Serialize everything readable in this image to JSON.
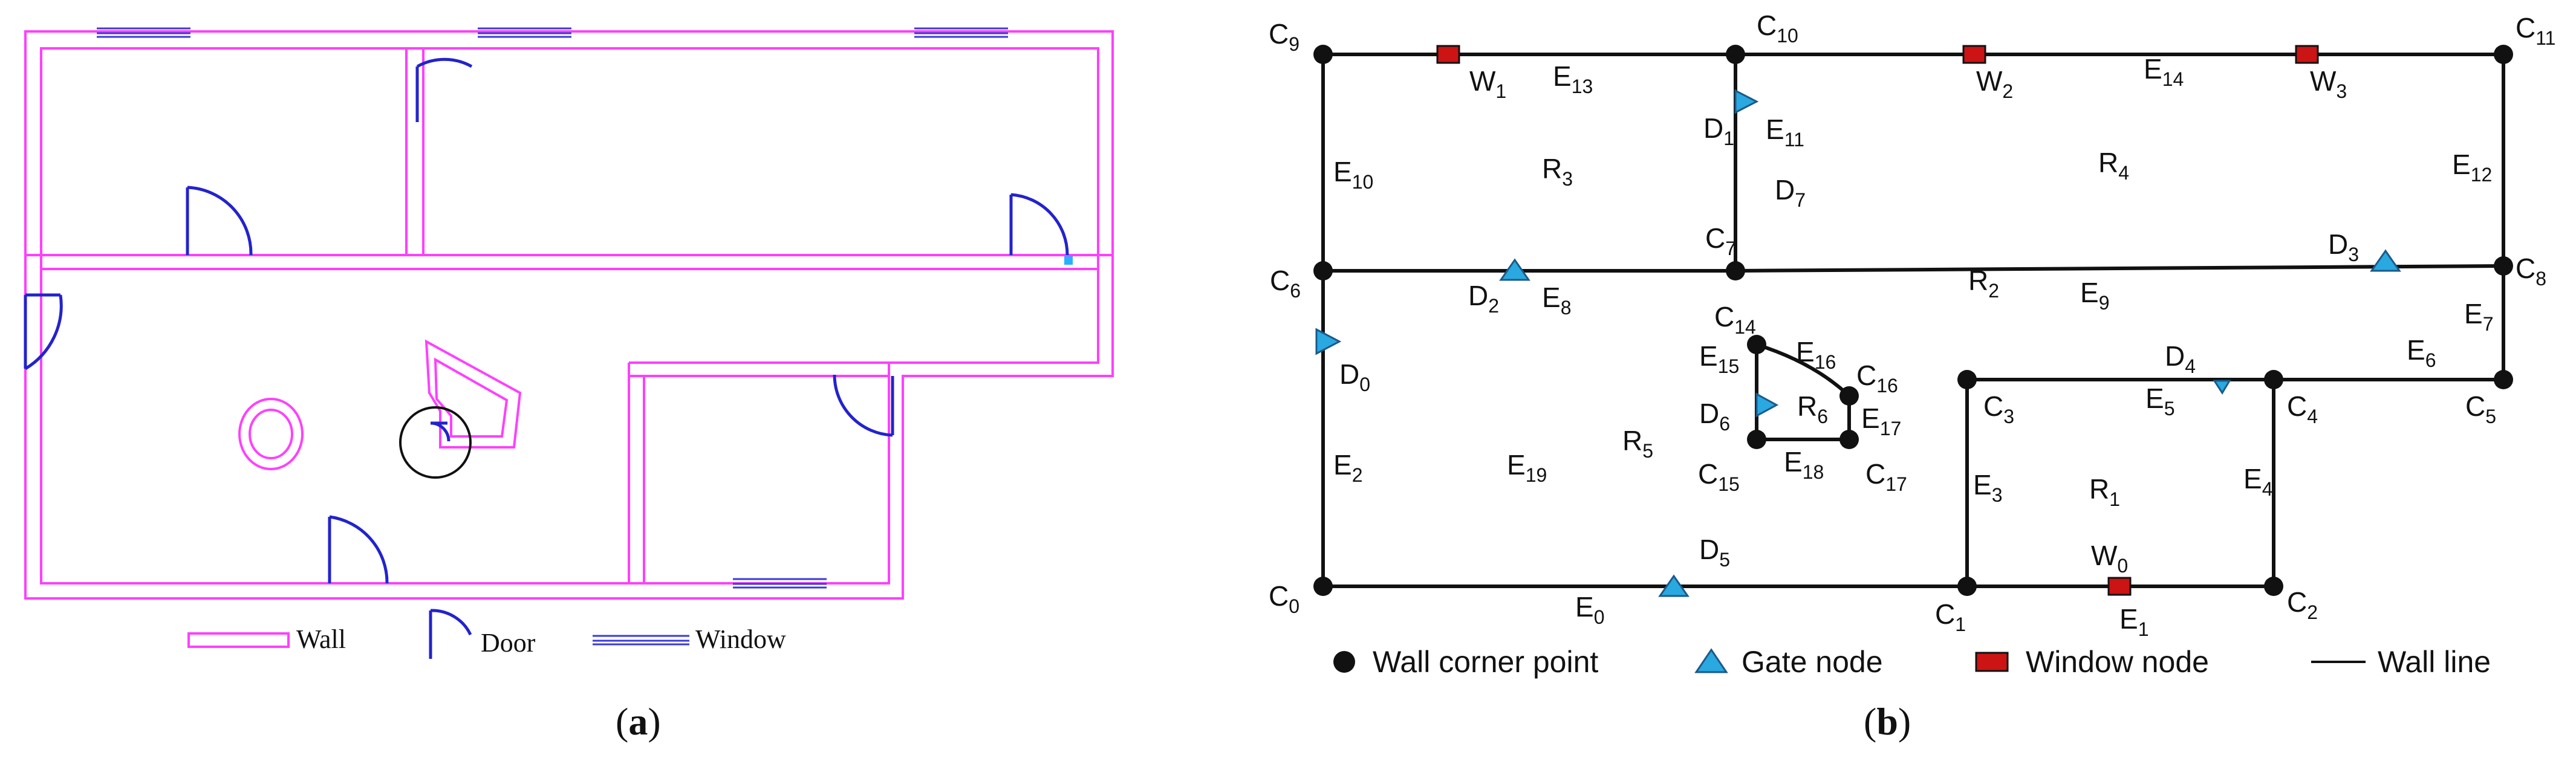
{
  "panel_a": {
    "caption": "a",
    "legend": {
      "wall": "Wall",
      "door": "Door",
      "window": "Window"
    }
  },
  "panel_b": {
    "caption": "b",
    "legend": {
      "corner": "Wall corner point",
      "gate": "Gate node",
      "window": "Window node",
      "line": "Wall line"
    },
    "labels": [
      {
        "id": "C9",
        "base": "C",
        "sub": "9"
      },
      {
        "id": "C10",
        "base": "C",
        "sub": "10"
      },
      {
        "id": "C11",
        "base": "C",
        "sub": "11"
      },
      {
        "id": "C6",
        "base": "C",
        "sub": "6"
      },
      {
        "id": "C7",
        "base": "C",
        "sub": "7"
      },
      {
        "id": "C8",
        "base": "C",
        "sub": "8"
      },
      {
        "id": "C14",
        "base": "C",
        "sub": "14"
      },
      {
        "id": "C16",
        "base": "C",
        "sub": "16"
      },
      {
        "id": "C15",
        "base": "C",
        "sub": "15"
      },
      {
        "id": "C17",
        "base": "C",
        "sub": "17"
      },
      {
        "id": "C3",
        "base": "C",
        "sub": "3"
      },
      {
        "id": "C4",
        "base": "C",
        "sub": "4"
      },
      {
        "id": "C5",
        "base": "C",
        "sub": "5"
      },
      {
        "id": "C0",
        "base": "C",
        "sub": "0"
      },
      {
        "id": "C1",
        "base": "C",
        "sub": "1"
      },
      {
        "id": "C2",
        "base": "C",
        "sub": "2"
      },
      {
        "id": "E13",
        "base": "E",
        "sub": "13"
      },
      {
        "id": "E14",
        "base": "E",
        "sub": "14"
      },
      {
        "id": "E11",
        "base": "E",
        "sub": "11"
      },
      {
        "id": "E10",
        "base": "E",
        "sub": "10"
      },
      {
        "id": "E12",
        "base": "E",
        "sub": "12"
      },
      {
        "id": "E8",
        "base": "E",
        "sub": "8"
      },
      {
        "id": "E9",
        "base": "E",
        "sub": "9"
      },
      {
        "id": "E7",
        "base": "E",
        "sub": "7"
      },
      {
        "id": "E6",
        "base": "E",
        "sub": "6"
      },
      {
        "id": "E15",
        "base": "E",
        "sub": "15"
      },
      {
        "id": "E16",
        "base": "E",
        "sub": "16"
      },
      {
        "id": "E17",
        "base": "E",
        "sub": "17"
      },
      {
        "id": "E18",
        "base": "E",
        "sub": "18"
      },
      {
        "id": "E5",
        "base": "E",
        "sub": "5"
      },
      {
        "id": "E2",
        "base": "E",
        "sub": "2"
      },
      {
        "id": "E19",
        "base": "E",
        "sub": "19"
      },
      {
        "id": "E3",
        "base": "E",
        "sub": "3"
      },
      {
        "id": "E4",
        "base": "E",
        "sub": "4"
      },
      {
        "id": "E0",
        "base": "E",
        "sub": "0"
      },
      {
        "id": "E1",
        "base": "E",
        "sub": "1"
      },
      {
        "id": "W1",
        "base": "W",
        "sub": "1"
      },
      {
        "id": "W2",
        "base": "W",
        "sub": "2"
      },
      {
        "id": "W3",
        "base": "W",
        "sub": "3"
      },
      {
        "id": "W0",
        "base": "W",
        "sub": "0"
      },
      {
        "id": "D1",
        "base": "D",
        "sub": "1"
      },
      {
        "id": "D7",
        "base": "D",
        "sub": "7"
      },
      {
        "id": "D2",
        "base": "D",
        "sub": "2"
      },
      {
        "id": "D3",
        "base": "D",
        "sub": "3"
      },
      {
        "id": "D0",
        "base": "D",
        "sub": "0"
      },
      {
        "id": "D4",
        "base": "D",
        "sub": "4"
      },
      {
        "id": "D6",
        "base": "D",
        "sub": "6"
      },
      {
        "id": "D5",
        "base": "D",
        "sub": "5"
      },
      {
        "id": "R3",
        "base": "R",
        "sub": "3"
      },
      {
        "id": "R4",
        "base": "R",
        "sub": "4"
      },
      {
        "id": "R2",
        "base": "R",
        "sub": "2"
      },
      {
        "id": "R6",
        "base": "R",
        "sub": "6"
      },
      {
        "id": "R5",
        "base": "R",
        "sub": "5"
      },
      {
        "id": "R1",
        "base": "R",
        "sub": "1"
      }
    ]
  }
}
